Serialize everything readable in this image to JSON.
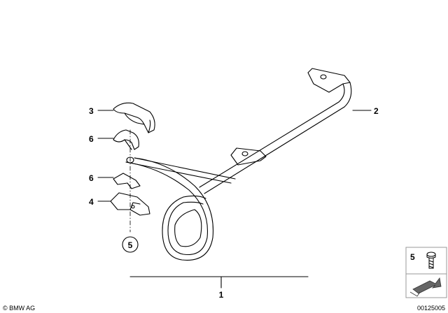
{
  "diagram": {
    "callouts": {
      "c1": "1",
      "c2": "2",
      "c3": "3",
      "c4": "4",
      "c5": "5",
      "c6a": "6",
      "c6b": "6"
    },
    "legend_box": {
      "number": "5"
    },
    "copyright": "© BMW AG",
    "drawing_number": "00125005"
  },
  "colors": {
    "line": "#000000",
    "legend_border": "#999999",
    "arrow_fill": "#666666"
  },
  "icons": [
    "screw-icon",
    "arrow-icon"
  ]
}
